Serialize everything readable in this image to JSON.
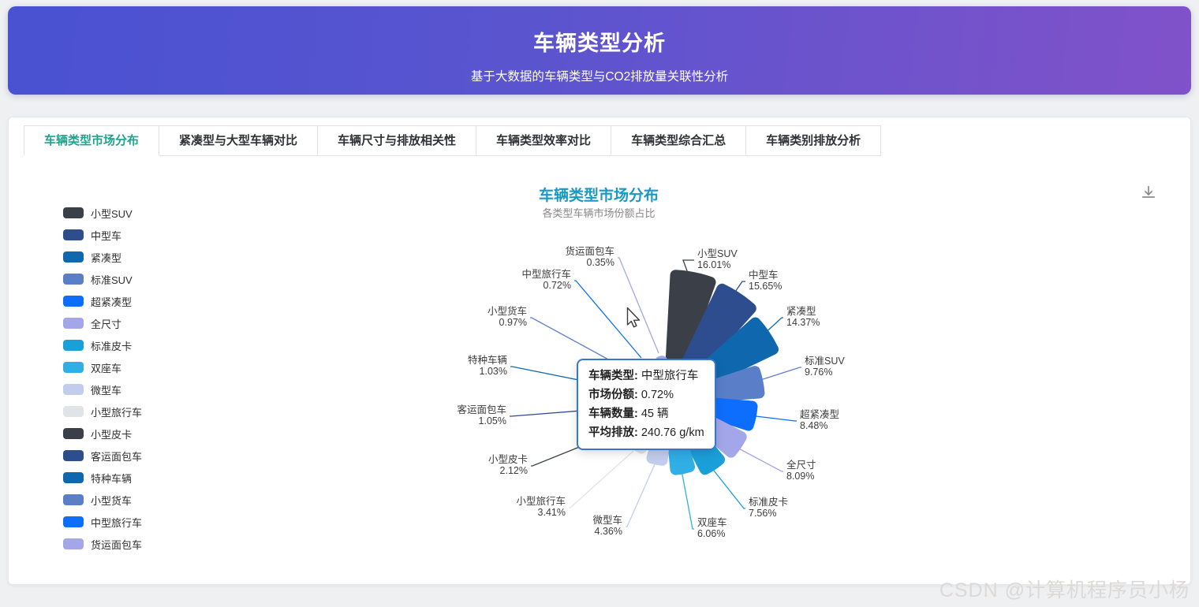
{
  "header": {
    "title": "车辆类型分析",
    "subtitle": "基于大数据的车辆类型与CO2排放量关联性分析"
  },
  "tabs": [
    {
      "label": "车辆类型市场分布",
      "active": true
    },
    {
      "label": "紧凑型与大型车辆对比",
      "active": false
    },
    {
      "label": "车辆尺寸与排放相关性",
      "active": false
    },
    {
      "label": "车辆类型效率对比",
      "active": false
    },
    {
      "label": "车辆类型综合汇总",
      "active": false
    },
    {
      "label": "车辆类别排放分析",
      "active": false
    }
  ],
  "chart": {
    "title": "车辆类型市场分布",
    "subtitle": "各类型车辆市场份额占比",
    "toolbox_icon": "download-icon"
  },
  "chart_data": {
    "type": "pie",
    "variant": "nightingale-rose",
    "legend_position": "left",
    "unit": "%",
    "categories": [
      "小型SUV",
      "中型车",
      "紧凑型",
      "标准SUV",
      "超紧凑型",
      "全尺寸",
      "标准皮卡",
      "双座车",
      "微型车",
      "小型旅行车",
      "小型皮卡",
      "客运面包车",
      "特种车辆",
      "小型货车",
      "中型旅行车",
      "货运面包车"
    ],
    "values": [
      16.01,
      15.65,
      14.37,
      9.76,
      8.48,
      8.09,
      7.56,
      6.06,
      4.36,
      3.41,
      2.12,
      1.05,
      1.03,
      0.97,
      0.72,
      0.35
    ],
    "colors": [
      "#3b4048",
      "#2e4d8f",
      "#0f68ae",
      "#5b7ec9",
      "#0d6efd",
      "#a3a7ea",
      "#1b9fd8",
      "#30aee6",
      "#c2cdee",
      "#e0e3e7",
      "#3b4048",
      "#2e4d8f",
      "#0f68ae",
      "#5b7ec9",
      "#0d6efd",
      "#a3a7ea"
    ],
    "title": "车辆类型市场分布",
    "subtitle": "各类型车辆市场份额占比"
  },
  "tooltip": {
    "lines": [
      {
        "label": "车辆类型",
        "value": "中型旅行车"
      },
      {
        "label": "市场份额",
        "value": "0.72%"
      },
      {
        "label": "车辆数量",
        "value": "45 辆"
      },
      {
        "label": "平均排放",
        "value": "240.76 g/km"
      }
    ]
  },
  "watermark": "CSDN @计算机程序员小杨",
  "theme": {
    "header_gradient_start": "#4952d2",
    "header_gradient_end": "#8152c9",
    "tab_active_color": "#1fa38d",
    "chart_title_color": "#1899c6",
    "tooltip_border": "#3577c9"
  }
}
